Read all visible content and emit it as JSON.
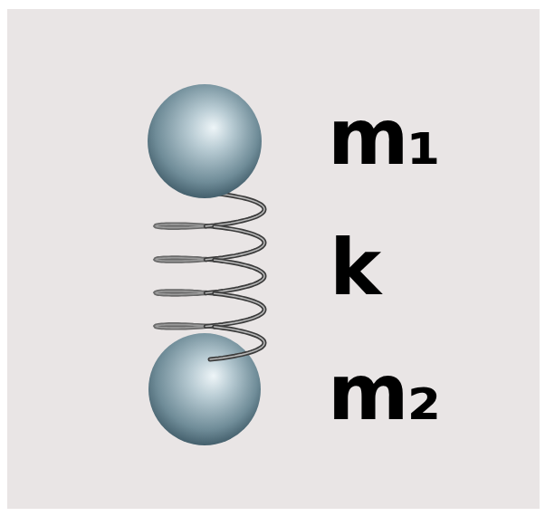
{
  "diagram": {
    "labels": [
      "m₁",
      "k",
      "m₂"
    ]
  }
}
